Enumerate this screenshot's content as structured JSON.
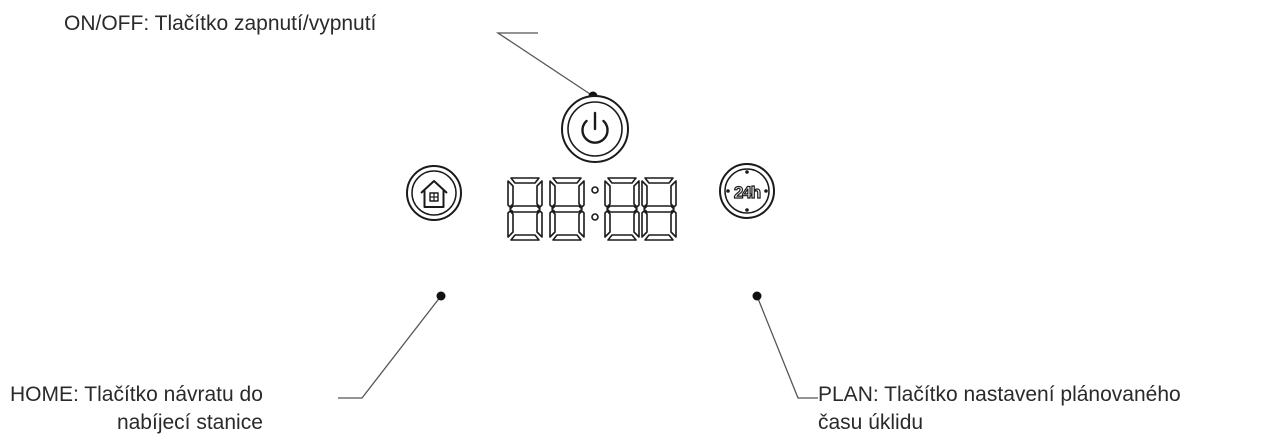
{
  "labels": {
    "power": "ON/OFF: Tlačítko zapnutí/vypnutí",
    "home_line1": "HOME: Tlačítko návratu do",
    "home_line2": "nabíjecí stanice",
    "plan_line1": "PLAN: Tlačítko nastavení plánovaného",
    "plan_line2": "času úklidu"
  },
  "buttons": {
    "plan_text": "24h"
  },
  "icons": {
    "power": "power-icon",
    "home": "house-icon",
    "plan": "clock-24h-icon"
  },
  "colors": {
    "stroke": "#1a1a1a",
    "text": "#2a2a2a",
    "background": "#ffffff"
  }
}
